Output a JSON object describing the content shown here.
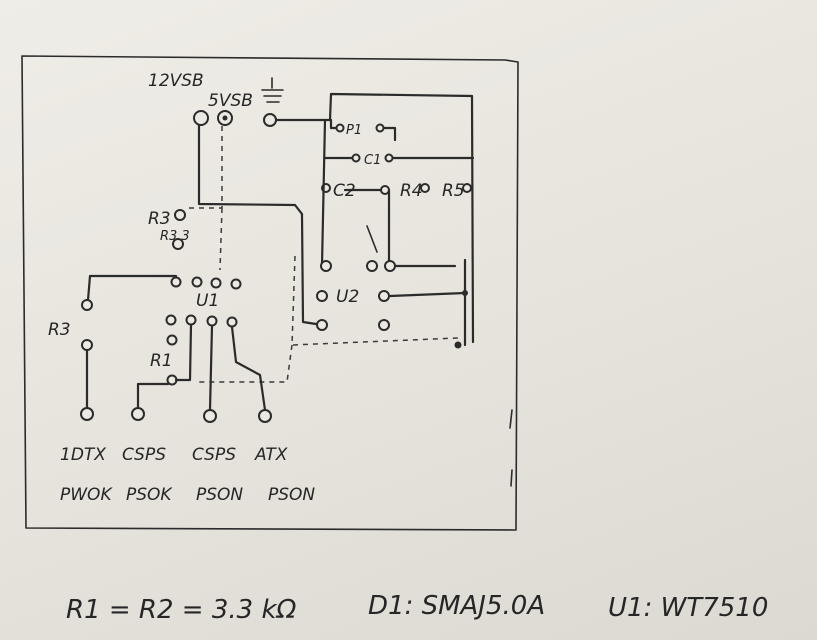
{
  "labels": {
    "v12sb": "12VSB",
    "v5sb": "5VSB",
    "r3_top": "R3",
    "r3_val": "R3.3",
    "r3_left": "R3",
    "u1": "U1",
    "r1": "R1",
    "p1": "P1",
    "c1": "C1",
    "c2": "C2",
    "r4": "R4",
    "r5": "R5",
    "u2": "U2"
  },
  "pin_labels": {
    "pin1_top": "1DTX",
    "pin1_bot": "PWOK",
    "pin2_top": "CSPS",
    "pin2_bot": "PSOK",
    "pin3_top": "CSPS",
    "pin3_bot": "PSON",
    "pin4_top": "ATX",
    "pin4_bot": "PSON"
  },
  "legend": {
    "resistors": "R1 = R2 = 3.3 kΩ",
    "diode": "D1: SMAJ5.0A",
    "ic": "U1: WT7510"
  }
}
